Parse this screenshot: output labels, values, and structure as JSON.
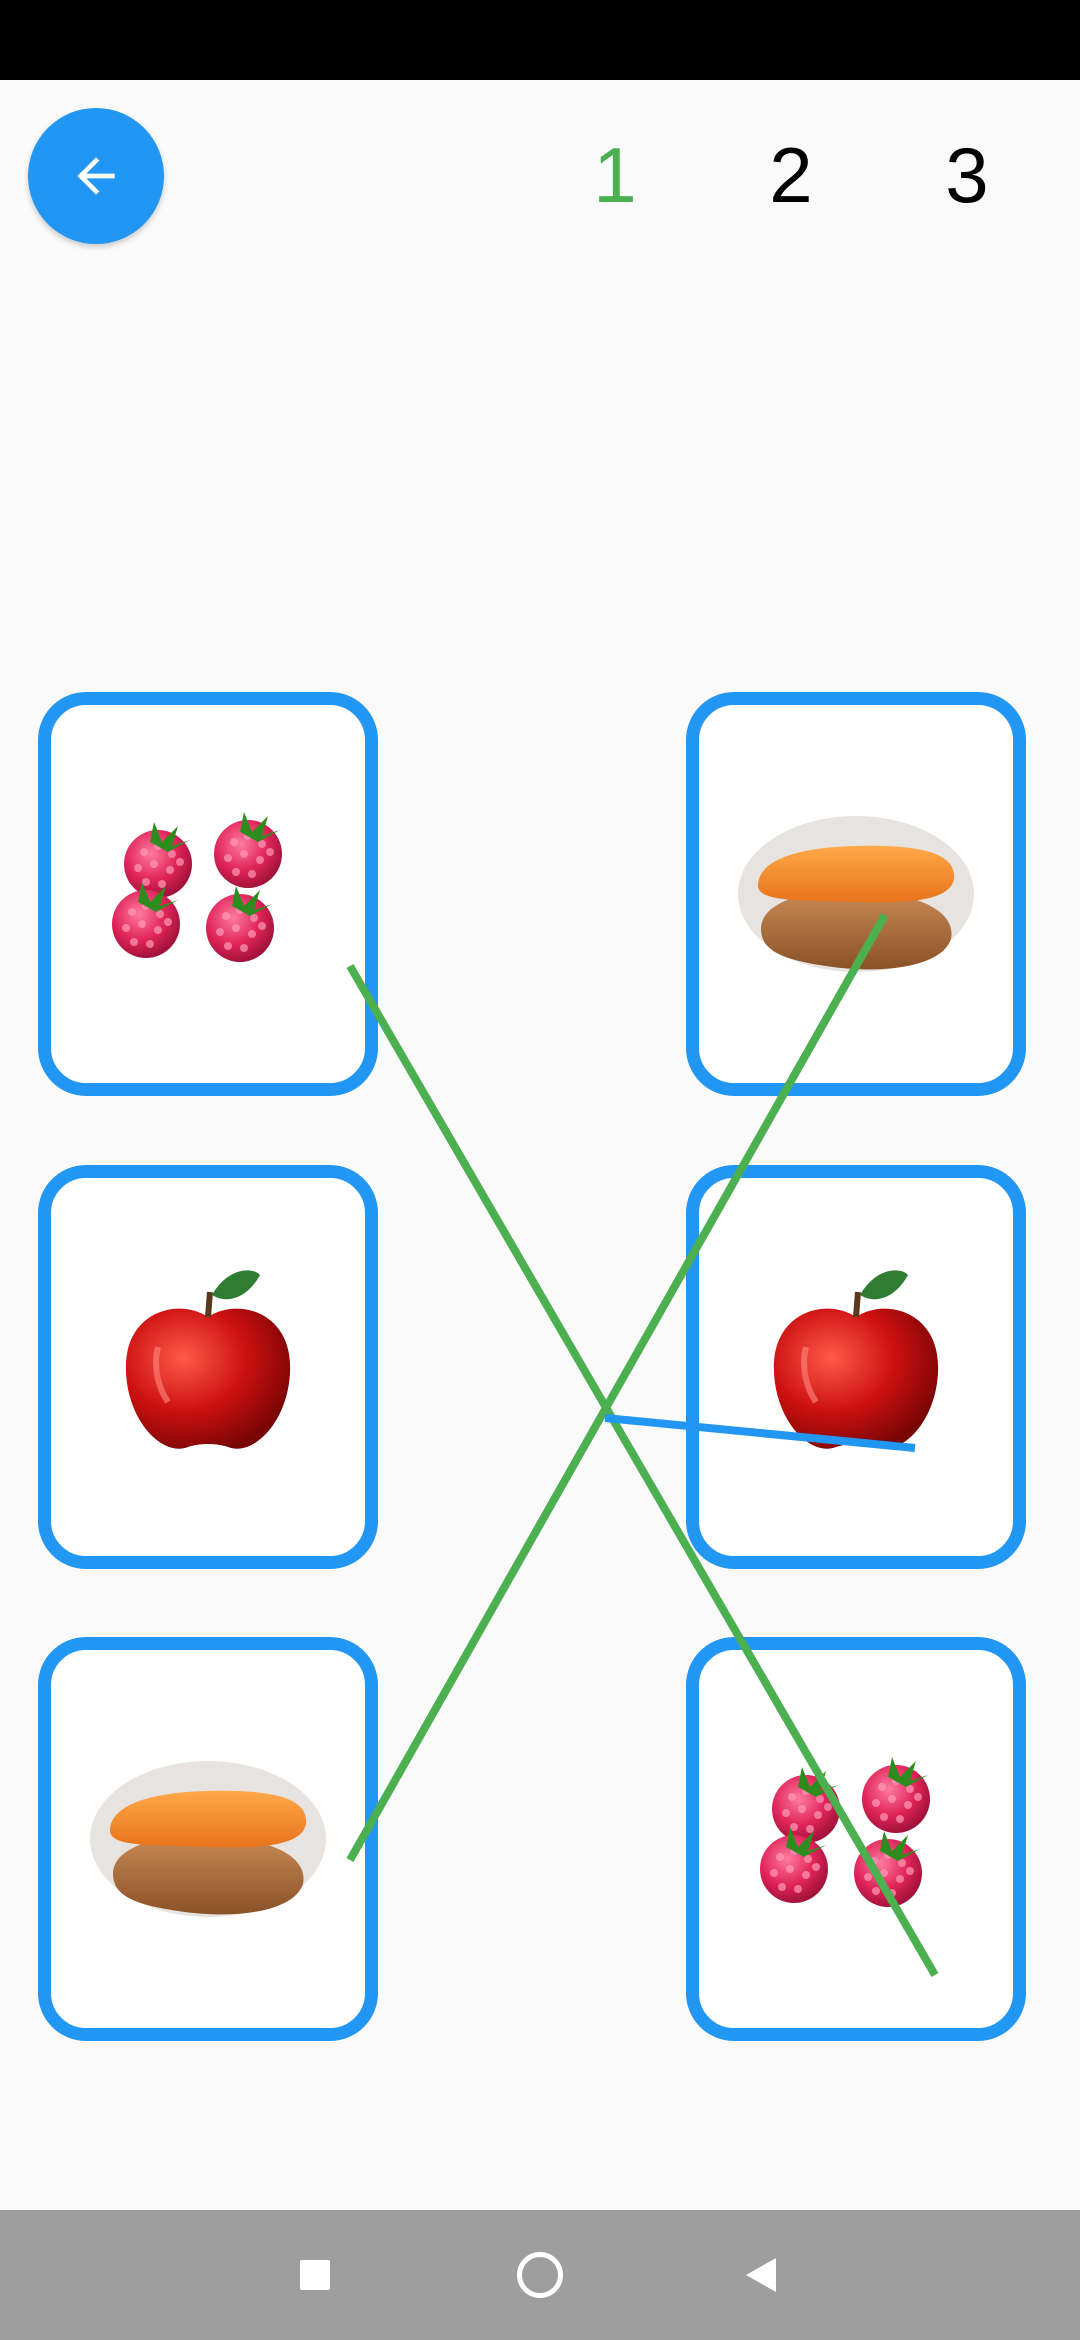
{
  "header": {
    "levels": [
      {
        "label": "1",
        "active": true
      },
      {
        "label": "2",
        "active": false
      },
      {
        "label": "3",
        "active": false
      }
    ]
  },
  "left_cards": [
    {
      "icon": "raspberries-icon"
    },
    {
      "icon": "apple-icon"
    },
    {
      "icon": "sweet-potato-icon"
    }
  ],
  "right_cards": [
    {
      "icon": "sweet-potato-icon"
    },
    {
      "icon": "apple-icon"
    },
    {
      "icon": "raspberries-icon"
    }
  ],
  "matches": [
    {
      "from": "raspberries",
      "to": "raspberries",
      "state": "correct"
    },
    {
      "from": "sweet-potato",
      "to": "sweet-potato",
      "state": "correct"
    },
    {
      "from": "apple",
      "to": "apple",
      "state": "in-progress"
    }
  ],
  "colors": {
    "accent": "#2196f3",
    "correct": "#4caf50",
    "status_bar": "#000000",
    "nav_bar": "#9e9e9e"
  }
}
